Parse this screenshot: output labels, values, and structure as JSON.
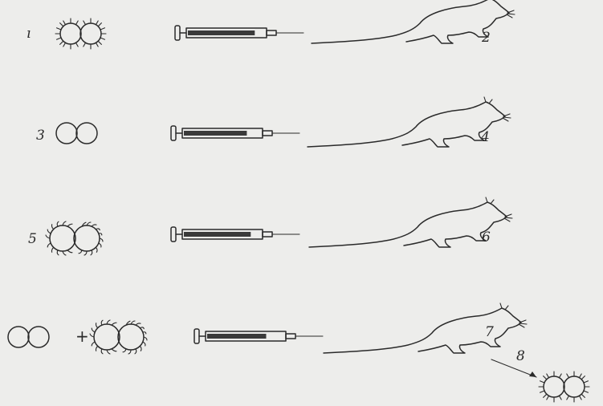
{
  "labels": {
    "n1": "ı",
    "n2": "2",
    "n3": "3",
    "n4": "4",
    "n5": "5",
    "n6": "6",
    "n7": "7",
    "n8": "8",
    "plus": "+"
  },
  "syringe_fill_levels": [
    0.85,
    0.8,
    0.85,
    0.75
  ],
  "ink_color": "#2a2a2a"
}
